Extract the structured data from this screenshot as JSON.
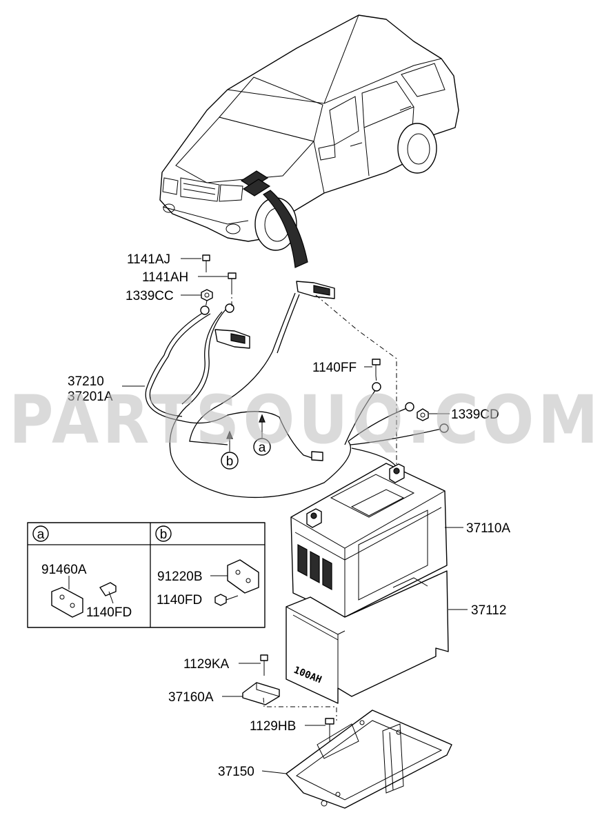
{
  "watermark": "PARTSOUQ.COM",
  "battery_marking": "100AH",
  "labels": {
    "l1141AJ": "1141AJ",
    "l1141AH": "1141AH",
    "l1339CC": "1339CC",
    "l37210": "37210",
    "l37201A": "37201A",
    "l1140FF": "1140FF",
    "l1339CD": "1339CD",
    "l37110A": "37110A",
    "l37112": "37112",
    "l1129KA": "1129KA",
    "l37160A": "37160A",
    "l1129HB": "1129HB",
    "l37150": "37150"
  },
  "callouts": {
    "a": "a",
    "b": "b"
  },
  "detail_box": {
    "a": {
      "header": "a",
      "part1": "91460A",
      "part2": "1140FD"
    },
    "b": {
      "header": "b",
      "part1": "91220B",
      "part2": "1140FD"
    }
  }
}
